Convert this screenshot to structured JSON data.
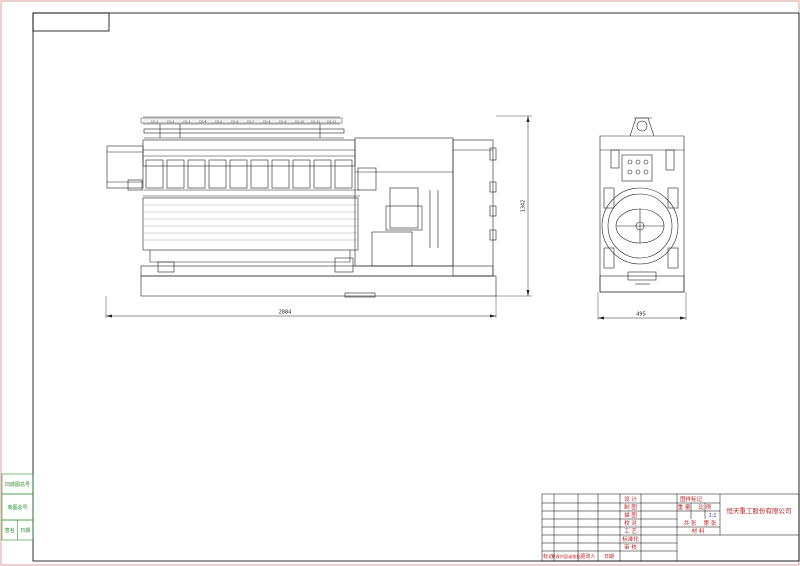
{
  "drawing": {
    "front_view": {
      "overall_length": "2884",
      "overall_height": "1342",
      "cylinder_labels": [
        "CYL-1",
        "CYL-2",
        "CYL-3",
        "CYL-4",
        "CYL-5",
        "CYL-6",
        "CYL-7",
        "CYL-8",
        "CYL-9",
        "CYL-10",
        "CYL-11",
        "CYL-12"
      ]
    },
    "side_view": {
      "overall_width": "495"
    }
  },
  "left_margin_boxes": {
    "box1_label": "旧底图总号",
    "box2_label": "底图总号",
    "box3_left": "签名",
    "box3_right": "日期"
  },
  "title_block": {
    "roles": [
      "设 计",
      "制 图",
      "描 图",
      "校 对",
      "工 艺",
      "标准化",
      "审 核"
    ],
    "change_row": [
      "标记",
      "更改内容或依据",
      "更改人",
      "日期"
    ],
    "drawing_mark_label": "图样标记",
    "weight_label": "重 量",
    "scale_label": "比 例",
    "scale_value": "1:1",
    "sheets_label": "共 张",
    "sheet_no_label": "第 张",
    "material_label": "材 料",
    "company": "恒天重工股份有限公司"
  },
  "colors": {
    "sheet_border": "#d9a0a0",
    "frame": "#000000",
    "margin_label_green": "#2f8f2f",
    "title_text_red": "#c02020",
    "title_text_blue": "#2040c0"
  }
}
